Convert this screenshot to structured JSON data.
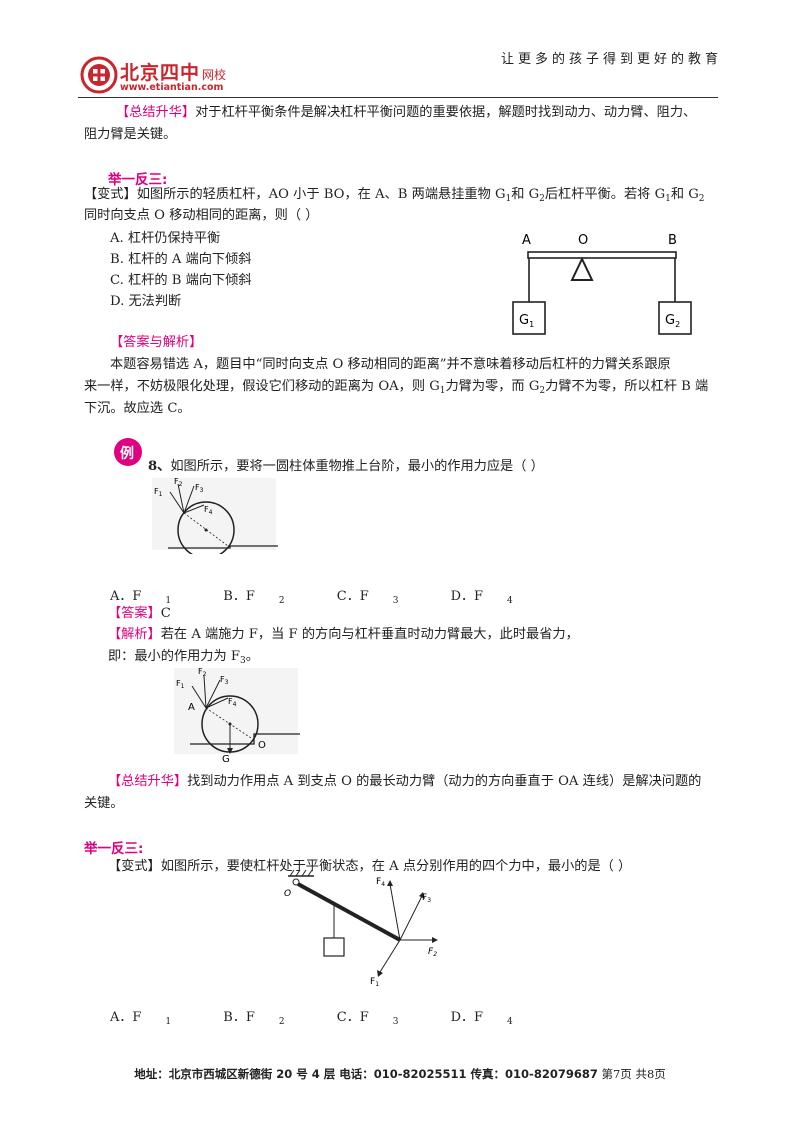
{
  "header": {
    "slogan": "让更多的孩子得到更好的教育",
    "logo_main": "北京四中",
    "logo_small": "网校",
    "logo_url": "www.etiantian.com"
  },
  "summary1": {
    "tag": "【总结升华】",
    "text1": "对于杠杆平衡条件是解决杠杆平衡问题的重要依据，解题时找到动力、动力臂、阻力、",
    "text2": "阻力臂是关键。"
  },
  "section1": {
    "title": "举一反三:",
    "tag": "【变式】",
    "q1": "如图所示的轻质杠杆，AO 小于 BO，在 A、B 两端悬挂重物 G",
    "q1b": "和 G",
    "q1c": "后杠杆平衡。若将 G",
    "q1d": "和 G",
    "q2": "同时向支点 O 移动相同的距离，则（    ）",
    "options": [
      "A.  杠杆仍保持平衡",
      "B.  杠杆的 A 端向下倾斜",
      "C.  杠杆的 B 端向下倾斜",
      "D.  无法判断"
    ],
    "answer_tag": "【答案与解析】",
    "exp1": "本题容易错选 A，题目中“同时向支点 O 移动相同的距离”并不意味着移动后杠杆的力臂关系跟原",
    "exp2": "来一样，不妨极限化处理，假设它们移动的距离为 OA，则 G",
    "exp2b": "力臂为零，而 G",
    "exp2c": "力臂不为零，所以杠杆 B 端",
    "exp3": "下沉。故应选 C。",
    "fig": {
      "A": "A",
      "O": "O",
      "B": "B",
      "G": "G",
      "s1": "1",
      "s2": "2"
    }
  },
  "example8": {
    "badge": "例",
    "num": "8、",
    "question": "如图所示，要将一圆柱体重物推上台阶，最小的作用力应是（        ）",
    "options": [
      "A．F",
      "B．F",
      "C．F",
      "D．F"
    ],
    "subs": [
      "1",
      "2",
      "3",
      "4"
    ],
    "answer_tag": "【答案】",
    "answer": "C",
    "analysis_tag": "【解析】",
    "analysis": "若在 A 端施力 F，当 F 的方向与杠杆垂直时动力臂最大，此时最省力，",
    "analysis2": "即：最小的作用力为 F",
    "analysis2_sub": "3",
    "analysis2_end": "。",
    "fig_labels": {
      "F": "F",
      "A": "A",
      "G": "G",
      "O": "O"
    }
  },
  "summary2": {
    "tag": "【总结升华】",
    "text1": "找到动力作用点 A 到支点 O 的最长动力臂（动力的方向垂直于 OA 连线）是解决问题的",
    "text2": "关键。"
  },
  "section2": {
    "title": "举一反三:",
    "tag": "【变式】",
    "question": "如图所示，要使杠杆处于平衡状态，在 A 点分别作用的四个力中，最小的是（        ）",
    "options": [
      "A．F",
      "B．F",
      "C．F",
      "D．F"
    ],
    "subs": [
      "1",
      "2",
      "3",
      "4"
    ],
    "fig": {
      "O": "O",
      "F": "F"
    }
  },
  "footer": {
    "address": "地址：北京市西城区新德街 20 号 4 层  电话：010-82025511  传真：010-82079687",
    "page": "  第7页  共8页"
  }
}
